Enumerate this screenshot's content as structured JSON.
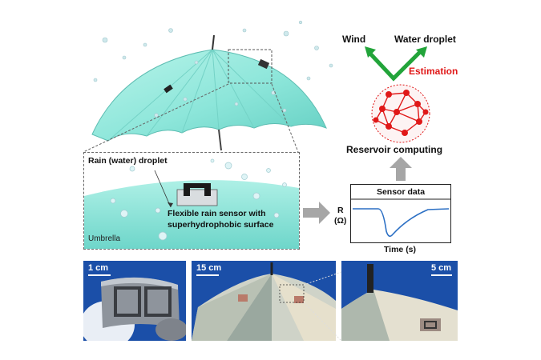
{
  "top_illustration": {
    "raindrop_label": "Rain (water) droplet",
    "sensor_label_line1": "Flexible rain sensor with",
    "sensor_label_line2": "superhydrophobic surface",
    "umbrella_label": "Umbrella"
  },
  "estimation": {
    "wind_label": "Wind",
    "water_droplet_label": "Water droplet",
    "estimation_label": "Estimation",
    "reservoir_label": "Reservoir computing"
  },
  "sensor_plot": {
    "title": "Sensor data",
    "y_label_line1": "R",
    "y_label_line2": "(Ω)",
    "x_label": "Time (s)"
  },
  "photos": [
    {
      "scale_label": "1 cm"
    },
    {
      "scale_label": "15 cm"
    },
    {
      "scale_label": "5 cm"
    }
  ],
  "colors": {
    "umbrella": "#8fe8dc",
    "reservoir_node": "#e01818",
    "estimation_text": "#e01818",
    "arrow_green": "#22a43a",
    "plot_line": "#2b6fc4",
    "arrow_gray": "#a6a6a6",
    "photo_bg": "#1b4fa8"
  }
}
